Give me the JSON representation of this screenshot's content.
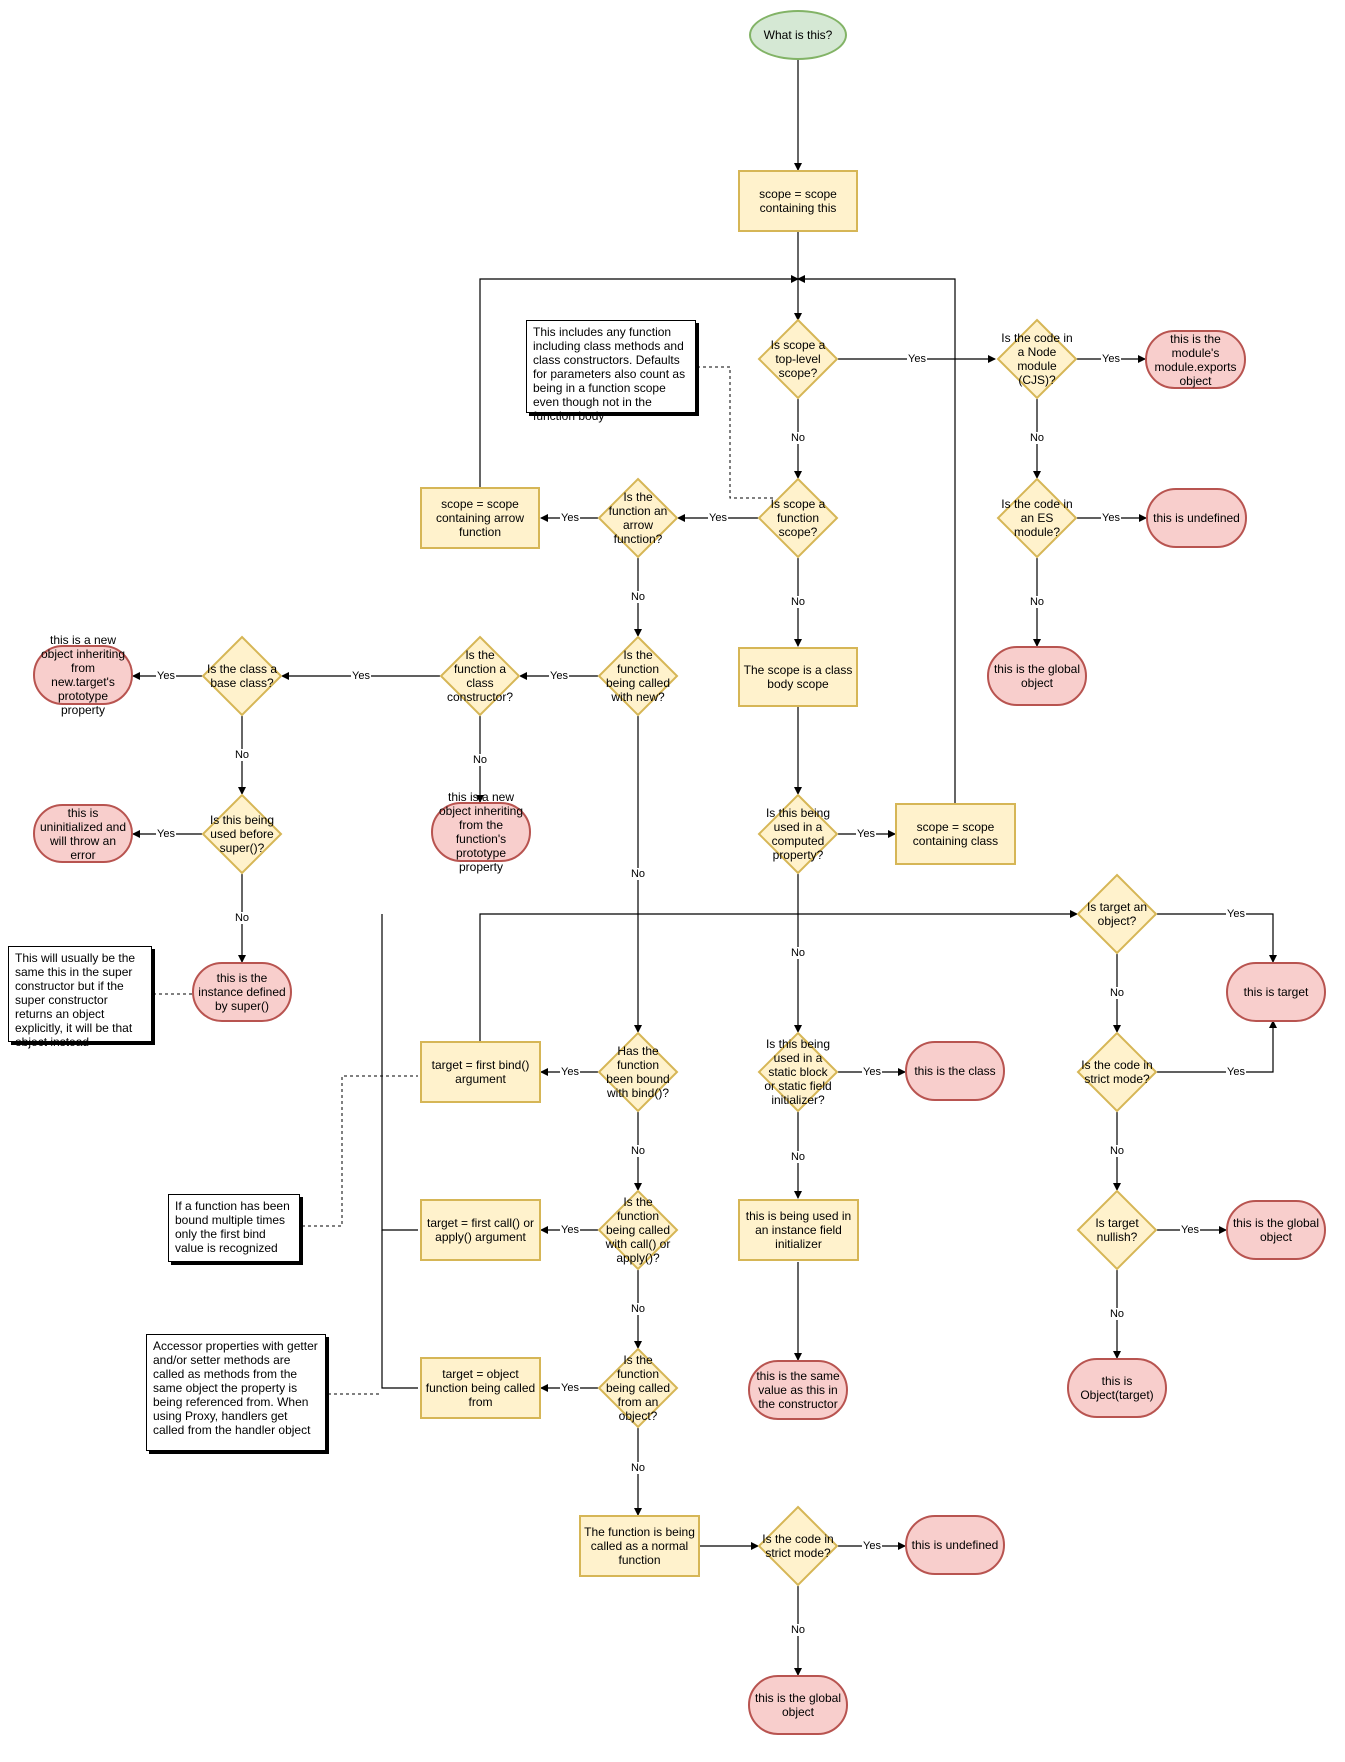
{
  "start": "What is this?",
  "nodes": {
    "scope_containing_this": "scope = scope containing this",
    "is_top_level": "Is scope a top-level scope?",
    "is_node_module": "Is the code in a Node module (CJS)?",
    "module_exports": "this is the module's module.exports object",
    "is_es_module": "Is the code in an ES module?",
    "es_undefined": "this is undefined",
    "top_global": "this is the global object",
    "is_function_scope": "Is scope a function scope?",
    "is_arrow": "Is the function an arrow function?",
    "scope_arrow": "scope = scope containing arrow function",
    "called_with_new": "Is the function being called with new?",
    "class_constructor": "Is the function a class constructor?",
    "base_class": "Is the class a base class?",
    "new_target_obj": "this is a new object inheriting from new.target's prototype property",
    "new_function_obj": "this is a new object inheriting from the function's prototype property",
    "before_super": "Is this being used before super()?",
    "uninitialized": "this is uninitialized and will throw an error",
    "instance_super": "this is the instance defined by super()",
    "class_body": "The scope is a class body scope",
    "computed_prop": "Is this being used in a computed property?",
    "scope_class": "scope = scope containing class",
    "static_block": "Is this being used in a static block or static field initializer?",
    "this_class": "this is the class",
    "instance_field": "this is being used in an instance field initializer",
    "same_constructor": "this is the same value as this in the constructor",
    "bound_bind": "Has the function been bound with bind()?",
    "target_bind": "target = first bind() argument",
    "called_call_apply": "Is the function being called with call() or apply()?",
    "target_call": "target = first call() or apply() argument",
    "called_from_object": "Is the function being called from an object?",
    "target_object": "target = object function being called from",
    "normal_function": "The function is being called as a normal function",
    "fn_strict": "Is the code in strict mode?",
    "fn_undefined": "this is undefined",
    "fn_global": "this is the global object",
    "target_object_q": "Is target an object?",
    "this_target": "this is target",
    "target_strict": "Is the code in strict mode?",
    "target_nullish": "Is target nullish?",
    "target_global": "this is the global object",
    "object_target": "this is Object(target)"
  },
  "notes": {
    "function_scope_note": "This includes any function including class methods and class constructors. Defaults for parameters also count as being in a function scope even though not in the function body",
    "super_note": "This will usually be the same this in the super constructor but if the super constructor returns an object explicitly, it will be that object instead",
    "bind_note": "If a function has been bound multiple times only the first bind value is recognized",
    "accessor_note": "Accessor properties with getter and/or setter methods are called as methods from the same object the property is being referenced from. When using Proxy, handlers get called from the handler object"
  },
  "edge_labels": {
    "yes": "Yes",
    "no": "No"
  },
  "colors": {
    "start_fill": "#d5e8d4",
    "start_stroke": "#82b366",
    "process_fill": "#fff2cc",
    "process_stroke": "#d6b656",
    "terminal_fill": "#f8cecc",
    "terminal_stroke": "#b85450"
  }
}
